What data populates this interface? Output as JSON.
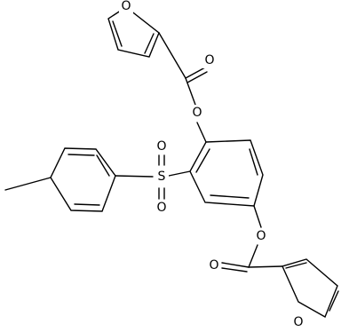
{
  "molecule": {
    "atoms": {
      "ring_oxygen_top": "O",
      "carbonyl_oxygen_top": "O",
      "ester_oxygen_top": "O",
      "sulfur": "S",
      "sulfonyl_oxygen_upper": "O",
      "sulfonyl_oxygen_lower": "O",
      "ester_oxygen_bottom": "O",
      "carbonyl_oxygen_bottom": "O",
      "ring_oxygen_bottom": "O"
    }
  },
  "colors": {
    "bond": "#000000",
    "background": "#ffffff"
  }
}
